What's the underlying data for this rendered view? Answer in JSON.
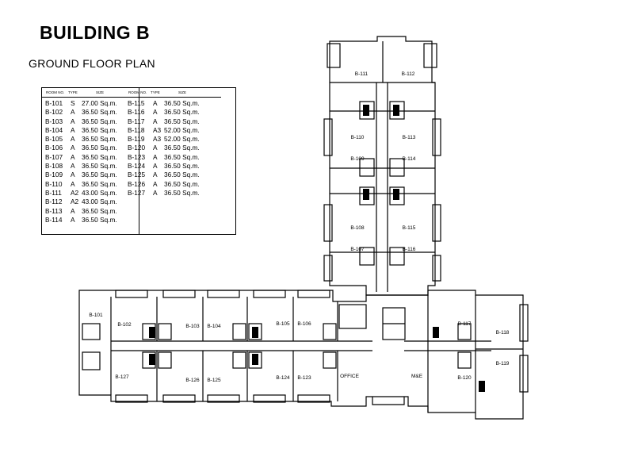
{
  "title": "BUILDING B",
  "subtitle": "GROUND FLOOR PLAN",
  "table": {
    "headers": {
      "room_no": "ROOM NO.",
      "type": "TYPE",
      "size": "SIZE"
    },
    "left_rows": [
      {
        "room": "B-101",
        "type": "S",
        "size": "27.00 Sq.m."
      },
      {
        "room": "B-102",
        "type": "A",
        "size": "36.50 Sq.m."
      },
      {
        "room": "B-103",
        "type": "A",
        "size": "36.50 Sq.m."
      },
      {
        "room": "B-104",
        "type": "A",
        "size": "36.50 Sq.m."
      },
      {
        "room": "B-105",
        "type": "A",
        "size": "36.50 Sq.m."
      },
      {
        "room": "B-106",
        "type": "A",
        "size": "36.50 Sq.m."
      },
      {
        "room": "B-107",
        "type": "A",
        "size": "36.50 Sq.m."
      },
      {
        "room": "B-108",
        "type": "A",
        "size": "36.50 Sq.m."
      },
      {
        "room": "B-109",
        "type": "A",
        "size": "36.50 Sq.m."
      },
      {
        "room": "B-110",
        "type": "A",
        "size": "36.50 Sq.m."
      },
      {
        "room": "B-111",
        "type": "A2",
        "size": "43.00 Sq.m."
      },
      {
        "room": "B-112",
        "type": "A2",
        "size": "43.00 Sq.m."
      },
      {
        "room": "B-113",
        "type": "A",
        "size": "36.50 Sq.m."
      },
      {
        "room": "B-114",
        "type": "A",
        "size": "36.50 Sq.m."
      }
    ],
    "right_rows": [
      {
        "room": "B-115",
        "type": "A",
        "size": "36.50 Sq.m."
      },
      {
        "room": "B-116",
        "type": "A",
        "size": "36.50 Sq.m."
      },
      {
        "room": "B-117",
        "type": "A",
        "size": "36.50 Sq.m."
      },
      {
        "room": "B-118",
        "type": "A3",
        "size": "52.00 Sq.m."
      },
      {
        "room": "B-119",
        "type": "A3",
        "size": "52.00 Sq.m."
      },
      {
        "room": "B-120",
        "type": "A",
        "size": "36.50 Sq.m."
      },
      {
        "room": "B-123",
        "type": "A",
        "size": "36.50 Sq.m."
      },
      {
        "room": "B-124",
        "type": "A",
        "size": "36.50 Sq.m."
      },
      {
        "room": "B-125",
        "type": "A",
        "size": "36.50 Sq.m."
      },
      {
        "room": "B-126",
        "type": "A",
        "size": "36.50 Sq.m."
      },
      {
        "room": "B-127",
        "type": "A",
        "size": "36.50 Sq.m."
      }
    ]
  },
  "plan_labels": {
    "b111": "B-111",
    "b112": "B-112",
    "b110": "B-110",
    "b113": "B-113",
    "b109": "B-109",
    "b114": "B-114",
    "b108": "B-108",
    "b115": "B-115",
    "b107": "B-107",
    "b116": "B-116",
    "b101": "B-101",
    "b102": "B-102",
    "b103": "B-103",
    "b104": "B-104",
    "b105": "B-105",
    "b106": "B-106",
    "b127": "B-127",
    "b126": "B-126",
    "b125": "B-125",
    "b124": "B-124",
    "b123": "B-123",
    "office": "OFFICE",
    "me": "M&E",
    "b117": "B-117",
    "b118": "B-118",
    "b119": "B-119",
    "b120": "B-120"
  }
}
